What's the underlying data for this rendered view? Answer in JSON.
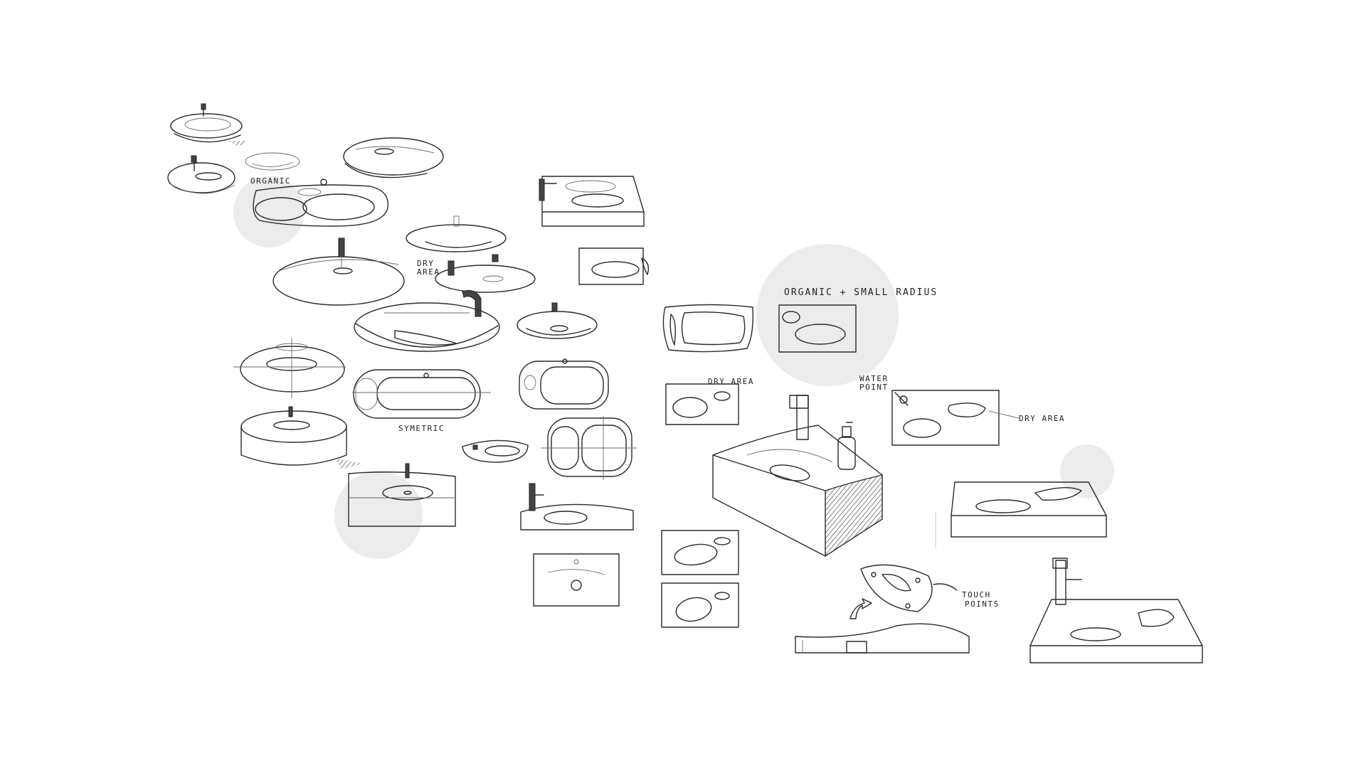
{
  "annotations": {
    "organic": "ORGANIC",
    "dry_area_1": "DRY",
    "dry_area_1b": "AREA",
    "symmetric": "SYMETRIC",
    "organic_small_radius": "ORGANIC + SMALL RADIUS",
    "dry_area_2": "DRY AREA",
    "water_point_1": "WATER",
    "water_point_2": "POINT",
    "dry_area_3": "DRY AREA",
    "touch_points_1": "TOUCH",
    "touch_points_2": "POINTS"
  }
}
